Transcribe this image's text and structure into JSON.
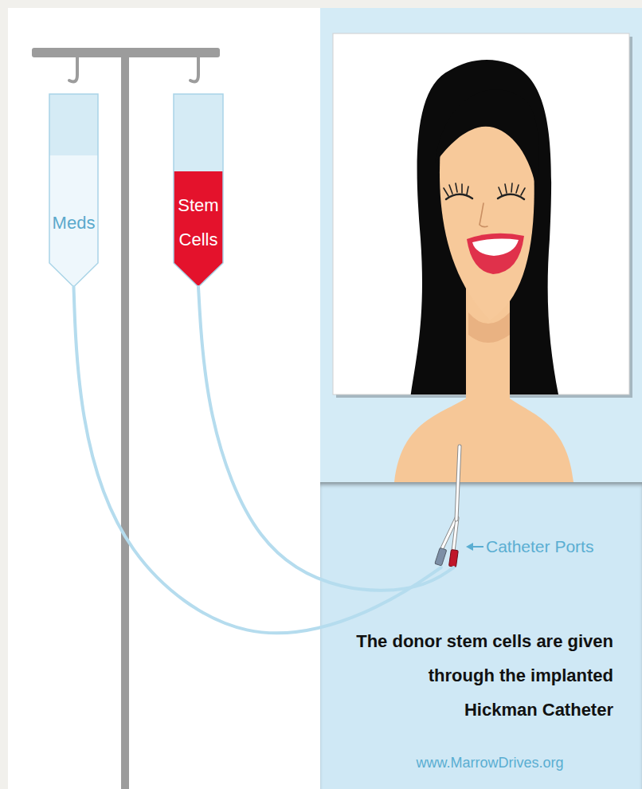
{
  "diagram": {
    "nodes": [
      {
        "text": [
          "Meds"
        ]
      },
      {
        "text": [
          "Stem Cells"
        ]
      },
      {
        "text": [
          "The donor stem cells are given through the implanted Hickman Catheter",
          "www.MarrowDrives.org"
        ]
      },
      {
        "text": [
          "Catheter Ports"
        ],
        "in": 2
      }
    ],
    "edges": [
      {
        "from": 0,
        "to": 3,
        "arrow": "none"
      },
      {
        "from": 1,
        "to": 3,
        "arrow": "none"
      }
    ]
  }
}
